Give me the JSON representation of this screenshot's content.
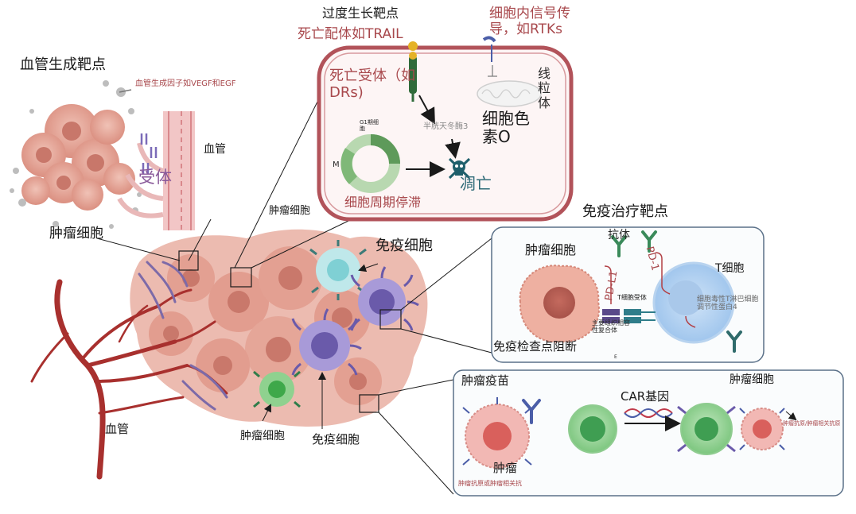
{
  "labels": {
    "angio_title": "血管生成靶点",
    "vegf": "血管生成因子如VEGF和EGF",
    "receptor": "受体",
    "vessel_top": "血管",
    "tumor_cell_left": "肿瘤细胞",
    "vessel_bottom": "血管",
    "tumor_cell_mid": "肿瘤细胞",
    "immune_cell_top": "免疫细胞",
    "tumor_cell_bottom": "肿瘤细胞",
    "immune_cell_bottom": "免疫细胞",
    "overgrowth_title": "过度生长靶点",
    "death_ligand": "死亡配体如TRAIL",
    "intracellular_signal": "细胞内信号传导，如RTKs",
    "death_receptor": "死亡受体（如DRs)",
    "mitochondria": "线粒体",
    "caspase": "半胱天冬酶3",
    "cytochrome": "细胞色素O",
    "g1_cell": "G1期细胞",
    "m_phase": "M",
    "apoptosis": "凋亡",
    "cell_cycle_arrest": "细胞周期停滞",
    "immuno_title": "免疫治疗靶点",
    "antibody": "抗体",
    "pd1": "PD-1",
    "pdl1": "PD-L1",
    "tumor_cell_immuno": "肿瘤细胞",
    "t_cell": "T细胞",
    "tcr": "T细胞受体",
    "mhc": "主要组织相容性复合体",
    "ctla4": "细胞毒性T淋巴细胞调节性蛋白4",
    "checkpoint_block": "免疫检查点阻断",
    "panel_mark": "E",
    "vaccine": "肿瘤疫苗",
    "car_gene": "CAR基因",
    "tumor_cell_car": "肿瘤细胞",
    "tumor_antigen_right": "肿瘤抗原/肿瘤相关抗原",
    "tumor_cell_vaccine": "肿瘤",
    "tumor_antigen_left": "肿瘤抗原或肿瘤相关抗"
  },
  "colors": {
    "tumor": "#e2a193",
    "tumor_dark": "#c9786b",
    "vessel": "#a8302e",
    "immune_purple": "#7b6bb8",
    "immune_cyan": "#9fdde0",
    "immune_green": "#6ebf6e",
    "panel_border": "#5a7088",
    "cell_border": "#b2535a",
    "label_red": "#a8484c"
  }
}
